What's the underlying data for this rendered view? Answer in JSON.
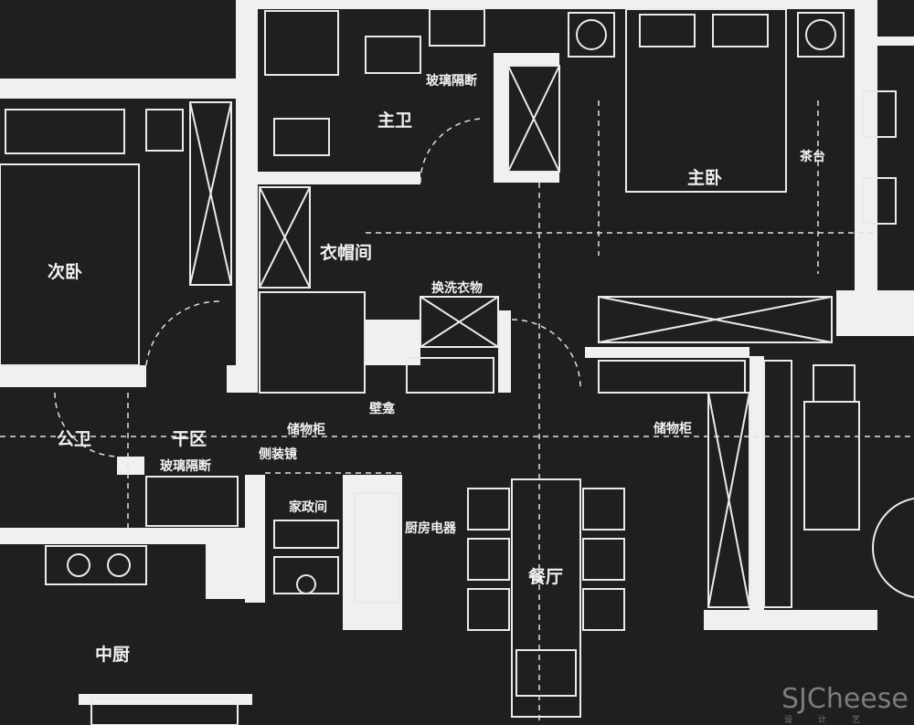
{
  "rooms": {
    "master_bath": "主卫",
    "master_bedroom": "主卧",
    "tea_table": "茶台",
    "second_bedroom": "次卧",
    "walk_in_closet": "衣帽间",
    "laundry_clothes": "换洗衣物",
    "niche": "壁龛",
    "storage_left": "储物柜",
    "storage_right": "储物柜",
    "public_bath": "公卫",
    "dry_area": "干区",
    "glass_partition_top": "玻璃隔断",
    "glass_partition_bottom": "玻璃隔断",
    "side_mirror": "侧装镜",
    "utility_room": "家政间",
    "kitchen_appliances": "厨房电器",
    "dining_room": "餐厅",
    "chinese_kitchen": "中厨"
  },
  "watermark": {
    "brand": "SJCheese",
    "sub": "设计艺士"
  },
  "colors": {
    "background": "#1f1f1f",
    "line": "#f2f2f2"
  }
}
